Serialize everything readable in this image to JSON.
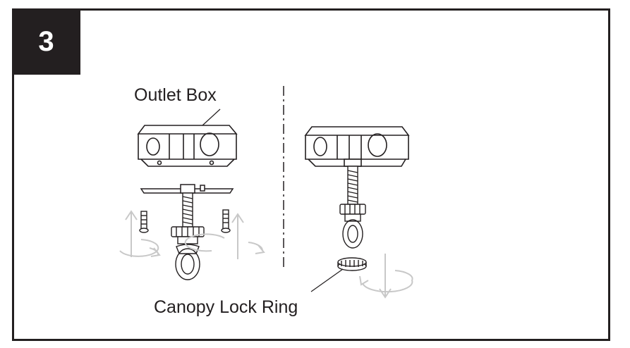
{
  "step": {
    "number": "3"
  },
  "labels": {
    "outlet_box": "Outlet Box",
    "canopy_lock_ring": "Canopy Lock Ring"
  },
  "colors": {
    "ink": "#231f20",
    "arrow_gray": "#c8c8c8",
    "background": "#ffffff"
  },
  "icons": [
    "rotate-arrow-icon",
    "up-arrow-icon",
    "down-arrow-icon"
  ]
}
